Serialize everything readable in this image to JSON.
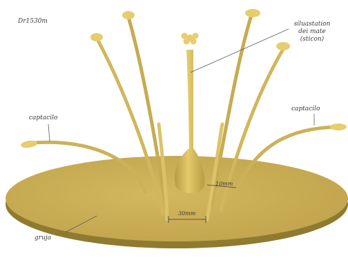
{
  "diagram": {
    "caption": "Dr1530m",
    "labels": {
      "top_right_line1": "siluastation",
      "top_right_line2": "dei mate",
      "top_right_line3": "(sticon)",
      "left_tentacle": "captacilo",
      "right_tentacle": "captacilo",
      "bottom": "gruja",
      "dim_inner": "10mm",
      "dim_base": "30mm"
    },
    "colors": {
      "plate": "#c9ad55",
      "plate_edge": "#8f7a2f",
      "stem": "#d9bf66",
      "stem_dark": "#b89a40",
      "tip": "#e6cd6e",
      "ink": "#3a3a3a"
    }
  }
}
